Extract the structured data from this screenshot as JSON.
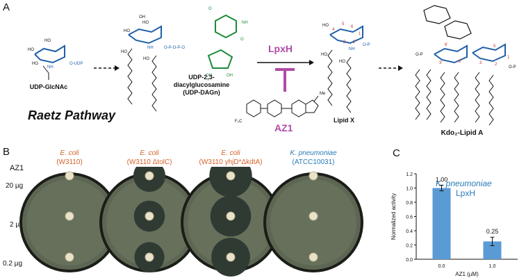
{
  "panels": {
    "a": "A",
    "b": "B",
    "c": "C"
  },
  "pathway": {
    "title": "Raetz Pathway",
    "udp_glcnac": "UDP-GlcNAc",
    "udp_dagn_1": "UDP-2,3-",
    "udp_dagn_2": "diacylglucosamine",
    "udp_dagn_3": "(UDP-DAGn)",
    "enzyme": "LpxH",
    "inhibitor": "AZ1",
    "lipid_x": "Lipid X",
    "kdo_lipid_a": "Kdo₂-Lipid A",
    "udp_tag": "O-UDP",
    "cf3": "F₃C",
    "me": "Me"
  },
  "plates": {
    "az1_label": "AZ1",
    "doses": [
      "20 µg",
      "2 µg",
      "0.2 µg"
    ],
    "strains": [
      {
        "name": "E. coli",
        "sub": "(W3110)",
        "color": "#d4622a"
      },
      {
        "name": "E. coli",
        "sub": "(W3110 ΔtolC)",
        "color": "#d4622a"
      },
      {
        "name": "E. coli",
        "sub": "(W3110 yhjD*ΔkdtA)",
        "color": "#d4622a"
      },
      {
        "name": "K. pneumoniae",
        "sub": "(ATCC10031)",
        "color": "#2a7bb8"
      }
    ],
    "halos": [
      [
        0,
        0,
        0
      ],
      [
        1.0,
        0.95,
        0.9
      ],
      [
        1.55,
        1.45,
        1.35
      ],
      [
        0,
        0,
        0
      ]
    ]
  },
  "chart_data": {
    "type": "bar",
    "categories": [
      "0.0",
      "1.0"
    ],
    "values": [
      1.0,
      0.25
    ],
    "errors": [
      0.04,
      0.06
    ],
    "data_labels": [
      "1.00",
      "0.25"
    ],
    "ylabel": "Normalized activity",
    "xlabel": "AZ1 (µM)",
    "ylim": [
      0,
      1.2
    ],
    "yticks": [
      "0.0",
      "0.2",
      "0.4",
      "0.6",
      "0.8",
      "1.0",
      "1.2"
    ],
    "annotation_1": "K. pneumoniae",
    "annotation_2": "LpxH",
    "bar_color": "#5b9bd5",
    "annotation_color": "#2a7bb8"
  },
  "colors": {
    "blue": "#1f5fa8",
    "green": "#1e8a3a",
    "red": "#d22b2b",
    "magenta": "#b04aa8",
    "orange": "#d4622a"
  }
}
